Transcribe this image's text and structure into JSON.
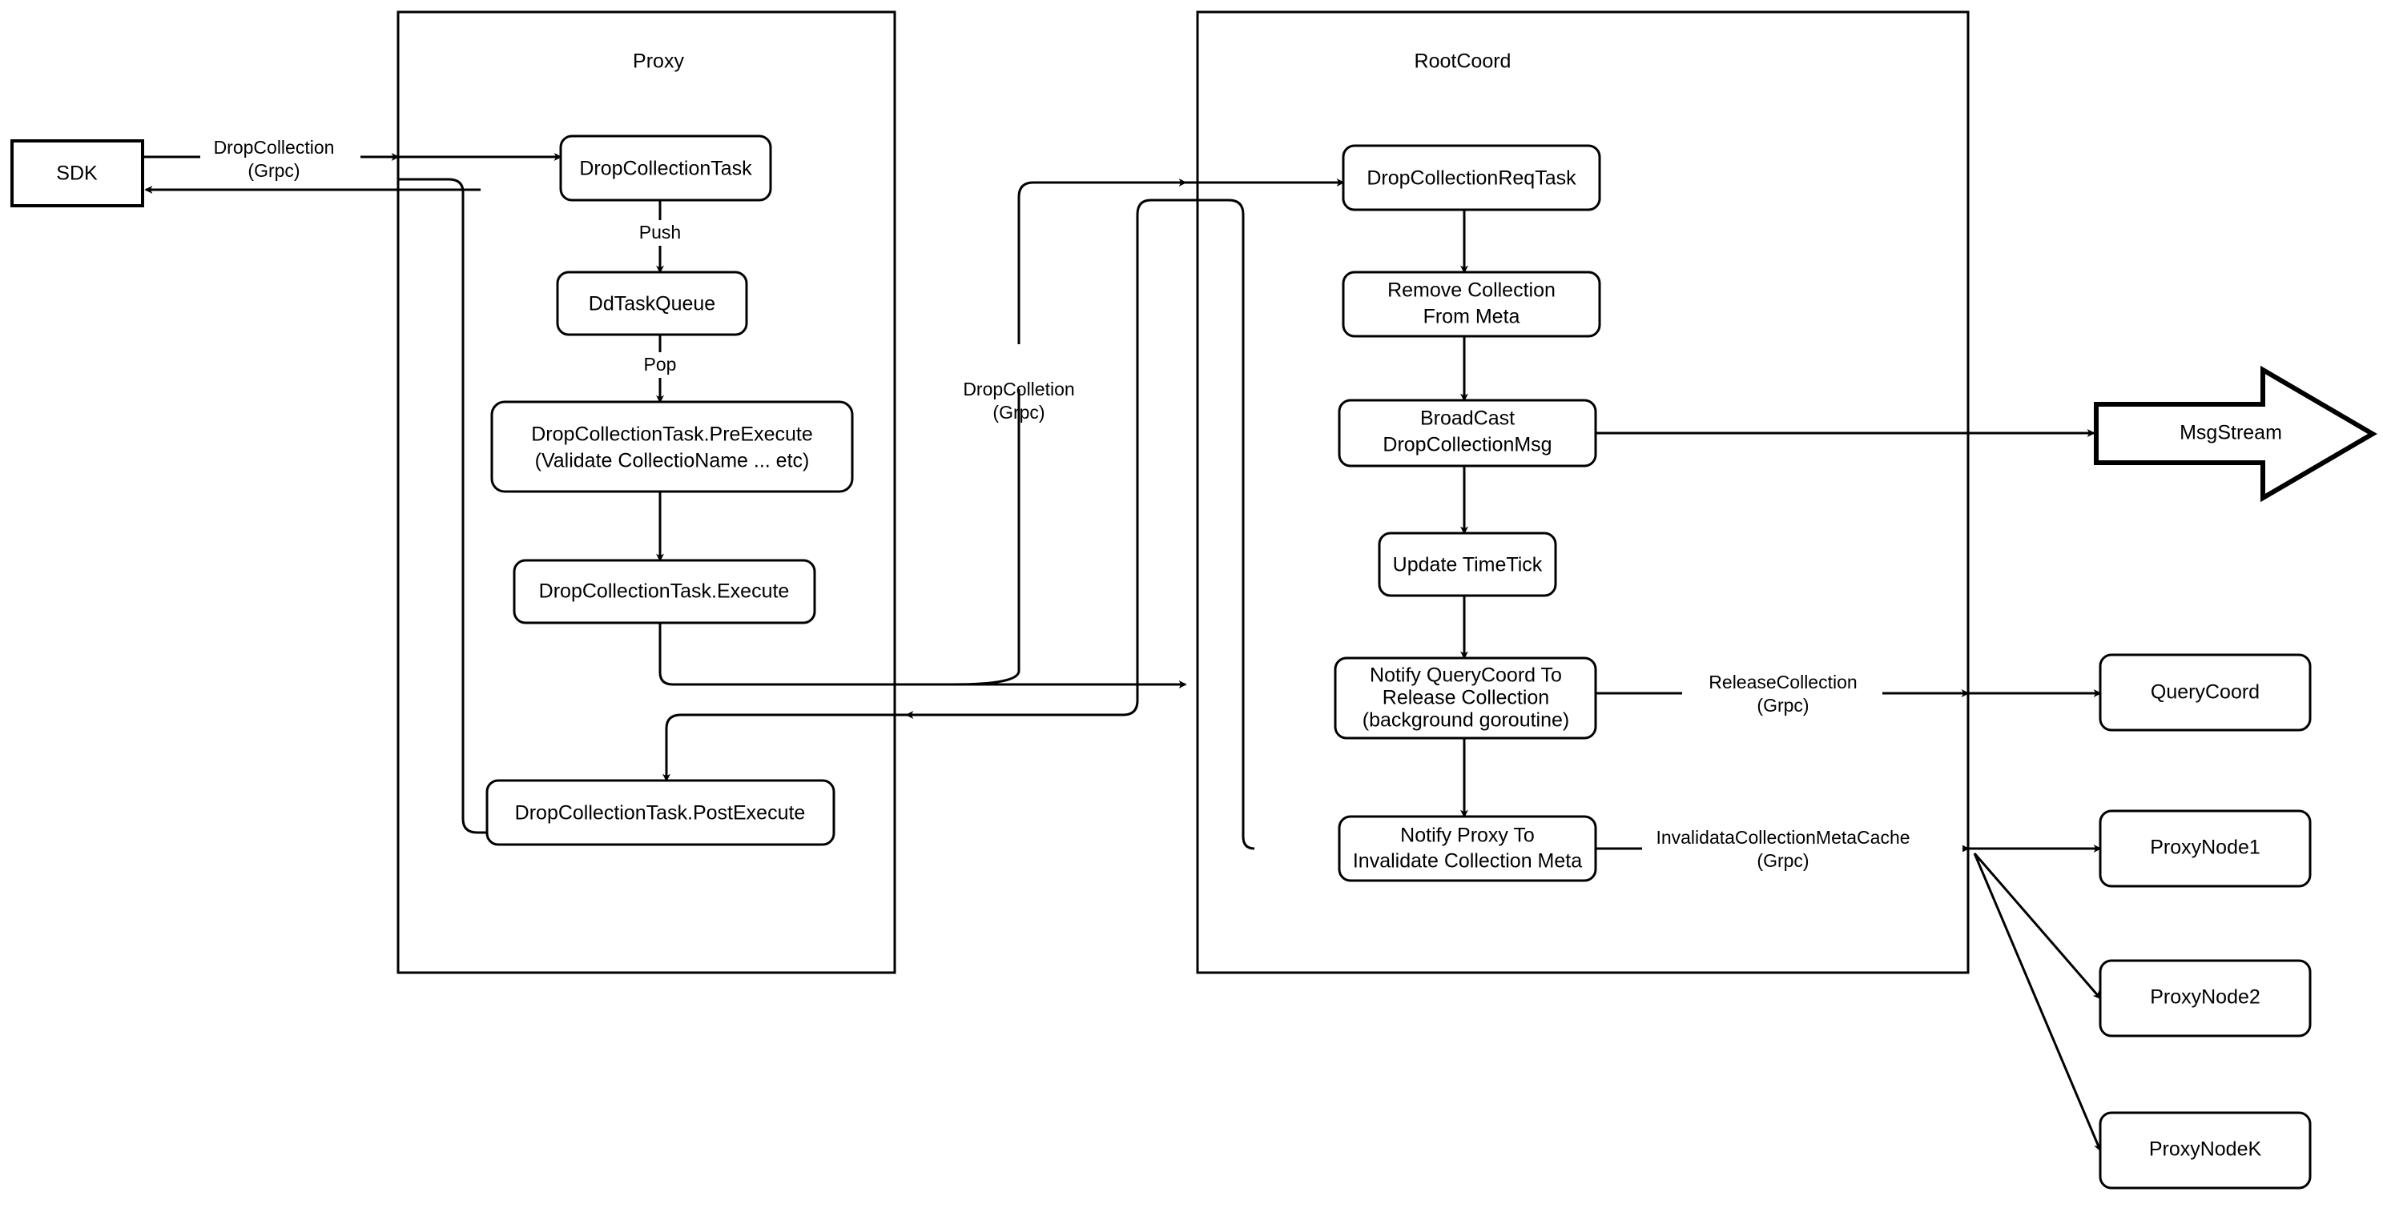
{
  "diagram": {
    "title": "DropCollection flow",
    "background_color": "#ffffff",
    "line_color": "#000000",
    "node_fill": "#ffffff"
  },
  "containers": [
    {
      "id": "proxy",
      "label": "Proxy"
    },
    {
      "id": "rootcoord",
      "label": "RootCoord"
    }
  ],
  "external_nodes": [
    {
      "id": "sdk",
      "label": "SDK",
      "shape": "rect"
    },
    {
      "id": "msgstream",
      "label": "MsgStream",
      "shape": "block-arrow"
    },
    {
      "id": "querycoord",
      "label": "QueryCoord",
      "shape": "rounded-rect"
    },
    {
      "id": "proxynode1",
      "label": "ProxyNode1",
      "shape": "rounded-rect"
    },
    {
      "id": "proxynode2",
      "label": "ProxyNode2",
      "shape": "rounded-rect"
    },
    {
      "id": "proxynodek",
      "label": "ProxyNodeK",
      "shape": "rounded-rect"
    }
  ],
  "proxy_nodes": [
    {
      "id": "drop-collection-task",
      "label": "DropCollectionTask"
    },
    {
      "id": "dd-task-queue",
      "label": "DdTaskQueue"
    },
    {
      "id": "pre-execute",
      "line1": "DropCollectionTask.PreExecute",
      "line2": "(Validate CollectioName ... etc)"
    },
    {
      "id": "execute",
      "label": "DropCollectionTask.Execute"
    },
    {
      "id": "post-execute",
      "label": "DropCollectionTask.PostExecute"
    }
  ],
  "rootcoord_nodes": [
    {
      "id": "drop-collection-req-task",
      "label": "DropCollectionReqTask"
    },
    {
      "id": "remove-collection-from-meta",
      "line1": "Remove Collection",
      "line2": "From Meta"
    },
    {
      "id": "broadcast-drop-collection-msg",
      "line1": "BroadCast",
      "line2": "DropCollectionMsg"
    },
    {
      "id": "update-timetick",
      "label": "Update TimeTick"
    },
    {
      "id": "notify-querycoord",
      "line1": "Notify QueryCoord To",
      "line2": "Release Collection",
      "line3": "(background goroutine)"
    },
    {
      "id": "notify-proxy",
      "line1": "Notify Proxy To",
      "line2": "Invalidate Collection Meta"
    }
  ],
  "edge_labels": [
    {
      "id": "sdk-to-proxy",
      "line1": "DropCollection",
      "line2": "(Grpc)"
    },
    {
      "id": "push",
      "line1": "Push"
    },
    {
      "id": "pop",
      "line1": "Pop"
    },
    {
      "id": "proxy-to-rootcoord",
      "line1": "DropColletion",
      "line2": "(Grpc)"
    },
    {
      "id": "release-collection",
      "line1": "ReleaseCollection",
      "line2": "(Grpc)"
    },
    {
      "id": "invalidate-cache",
      "line1": "InvalidataCollectionMetaCache",
      "line2": "(Grpc)"
    }
  ]
}
